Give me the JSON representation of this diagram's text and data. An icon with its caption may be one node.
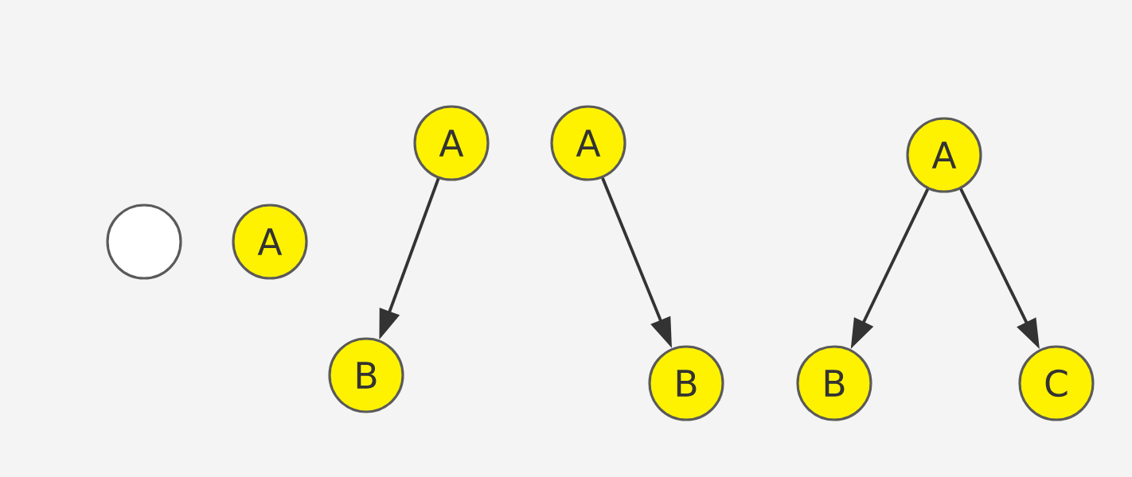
{
  "diagram": {
    "nodes": [
      {
        "text": [],
        "shape": "circle"
      },
      {
        "text": [
          "A"
        ]
      },
      {
        "text": [
          "A"
        ]
      },
      {
        "text": [
          "B"
        ]
      },
      {
        "text": [
          "A"
        ]
      },
      {
        "text": [
          "B"
        ]
      },
      {
        "text": [
          "A"
        ]
      },
      {
        "text": [
          "B"
        ]
      },
      {
        "text": [
          "C"
        ]
      }
    ],
    "edges": [
      {
        "from": 2,
        "to": 3,
        "arrow": "to"
      },
      {
        "from": 4,
        "to": 5,
        "arrow": "to"
      },
      {
        "from": 6,
        "to": 7,
        "arrow": "to"
      },
      {
        "from": 6,
        "to": 8,
        "arrow": "to"
      }
    ]
  }
}
